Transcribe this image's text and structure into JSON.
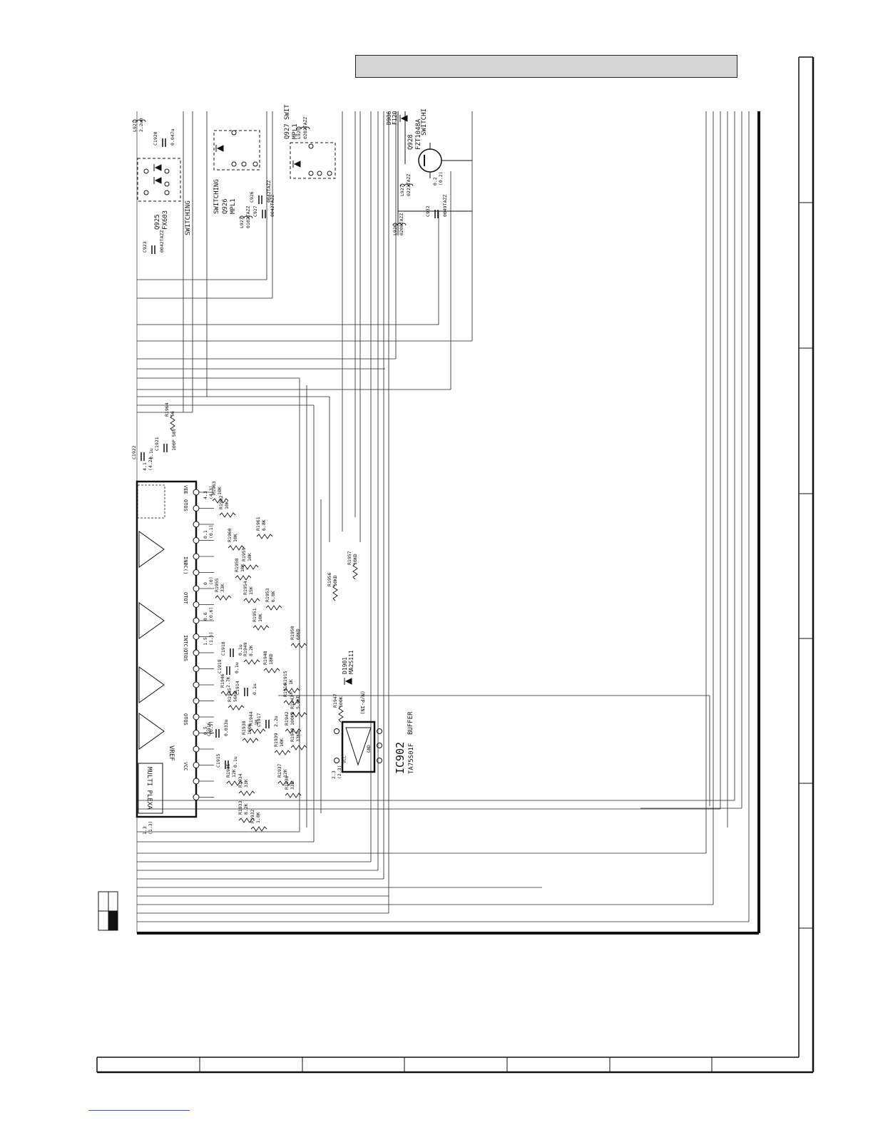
{
  "header": {
    "title_bar_text": ""
  },
  "schematic": {
    "rotation_deg": 90,
    "ic_main": {
      "block_labels": [
        "MULTI PLEXA",
        "VREF"
      ],
      "pin_names": [
        "VCC",
        "OTOS",
        "OTOS",
        "INTC()",
        "OTOT",
        "INBC()",
        "OTOS",
        "VEE"
      ]
    },
    "ic_buffer": {
      "ref": "IC902",
      "label": "BUFFER",
      "part": "TA75S01F",
      "pin_labels": [
        "VCC",
        "GND"
      ]
    },
    "transistors": [
      {
        "ref": "Q925",
        "part": "FX603",
        "label": "SWITCHING"
      },
      {
        "ref": "Q926",
        "part": "MPL1",
        "label": "SWITCHING"
      },
      {
        "ref": "Q927",
        "part": "MPL1",
        "label": "SWIT"
      },
      {
        "ref": "Q928",
        "part": "FZT1048A",
        "label": "SWITCHI"
      }
    ],
    "diodes": [
      {
        "ref": "D1901",
        "part": "MA2S111"
      },
      {
        "ref": "D906",
        "part": "F120"
      }
    ],
    "resistors": [
      {
        "ref": "R1964",
        "value": "56"
      },
      {
        "ref": "R1963",
        "value": "10K"
      },
      {
        "ref": "R1962",
        "value": "10K"
      },
      {
        "ref": "R1961",
        "value": "6.8K"
      },
      {
        "ref": "R1960",
        "value": "10K"
      },
      {
        "ref": "R1959",
        "value": "10K"
      },
      {
        "ref": "R1958",
        "value": "10K"
      },
      {
        "ref": "R1957",
        "value": "10KD"
      },
      {
        "ref": "R1956",
        "value": "10KD"
      },
      {
        "ref": "R1955",
        "value": "33K"
      },
      {
        "ref": "R1954",
        "value": "15K"
      },
      {
        "ref": "R1953",
        "value": "6.8K"
      },
      {
        "ref": "R1951",
        "value": "10K"
      },
      {
        "ref": "R1950",
        "value": "68KD"
      },
      {
        "ref": "R1949",
        "value": "8.2K"
      },
      {
        "ref": "R1948",
        "value": "18KD"
      },
      {
        "ref": "R1947",
        "value": "100K"
      },
      {
        "ref": "R1946",
        "value": "2.7K"
      },
      {
        "ref": "R1945",
        "value": "56KD"
      },
      {
        "ref": "R1944",
        "value": "1M"
      },
      {
        "ref": "R1943",
        "value": "5.6KD"
      },
      {
        "ref": "R1942",
        "value": "100KD"
      },
      {
        "ref": "R1940",
        "value": "33KD"
      },
      {
        "ref": "R1939",
        "value": "10K"
      },
      {
        "ref": "R1938",
        "value": "100K"
      },
      {
        "ref": "R1937",
        "value": "12K"
      },
      {
        "ref": "R1936",
        "value": "33K"
      },
      {
        "ref": "R1935",
        "value": "12K"
      },
      {
        "ref": "R1934",
        "value": "33K"
      },
      {
        "ref": "R1933",
        "value": "8.2K"
      },
      {
        "ref": "R1932",
        "value": "1.8K"
      },
      {
        "ref": "R1915",
        "value": "1K"
      },
      {
        "ref": "R1916",
        "value": "1K"
      }
    ],
    "capacitors": [
      {
        "ref": "C1922",
        "value": "0.1u"
      },
      {
        "ref": "C1921",
        "value": "100P 50V"
      },
      {
        "ref": "C1920",
        "value": "0.047u"
      },
      {
        "ref": "C1919",
        "value": "0.1u"
      },
      {
        "ref": "C1918",
        "value": "0.1u"
      },
      {
        "ref": "C1917",
        "value": "2.2u"
      },
      {
        "ref": "C1916",
        "value": "0.033u"
      },
      {
        "ref": "C1915",
        "value": "0.1u"
      },
      {
        "ref": "C1914",
        "value": "0.1u"
      },
      {
        "ref": "C923",
        "value": "0042TAZZ"
      },
      {
        "ref": "C926",
        "value": "0042TAZZ"
      },
      {
        "ref": "C927",
        "value": "0042TAZZ"
      },
      {
        "ref": "C932",
        "value": "0049TAZZ"
      }
    ],
    "coils": [
      {
        "ref": "L921",
        "value": "2.2uH"
      },
      {
        "ref": "L923",
        "value": "0102TAZZ"
      },
      {
        "ref": "L925",
        "value": "0202TAZZ"
      },
      {
        "ref": "L926",
        "value": "0208TAZZ"
      },
      {
        "ref": "L927",
        "value": "0223TAZZ"
      }
    ],
    "net_labels": [
      "(M/P-IN)"
    ],
    "voltage_labels": [
      "4.3",
      "(4.3)",
      "0.1",
      "(0.1)",
      "4.1",
      "(4.2)",
      "0",
      "(0)",
      "1.3",
      "(1.3)",
      "0.2",
      "(0.2)",
      "2.3",
      "(2.3)",
      "0.5",
      "(0.5)",
      "0.6",
      "(0.6)",
      "1.5",
      "(1.5)"
    ]
  },
  "frame": {
    "bottom_cells": [
      "",
      "",
      "",
      "",
      "",
      "",
      ""
    ],
    "right_cells": [
      "",
      "",
      "",
      "",
      "",
      "",
      ""
    ]
  }
}
